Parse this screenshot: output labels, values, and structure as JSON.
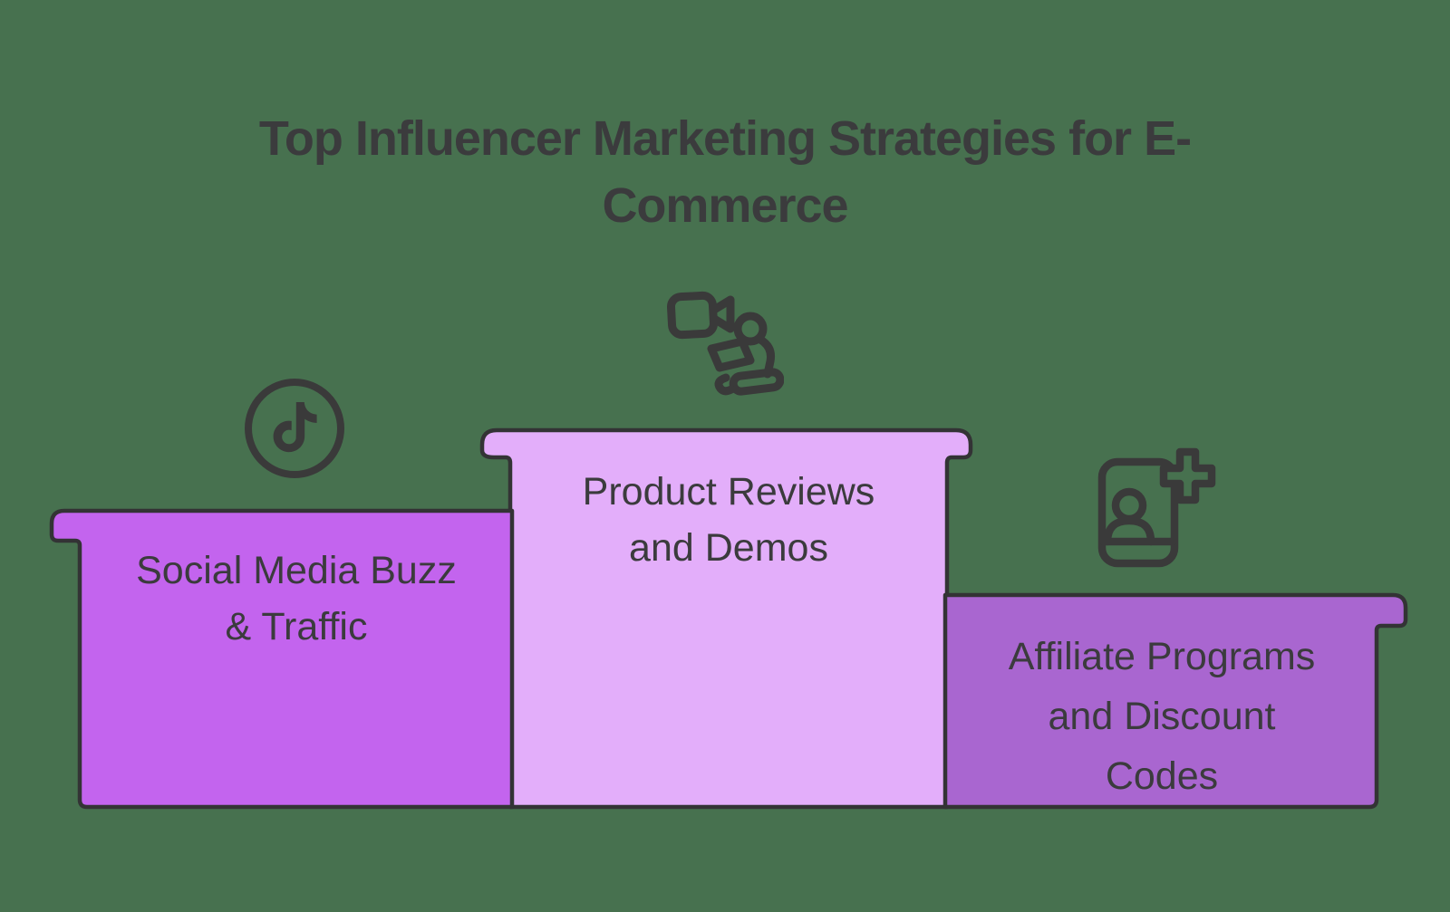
{
  "colors": {
    "background": "#47714f",
    "outline": "#333335",
    "text": "#3b3b3d",
    "icon": "#3a3a3a"
  },
  "title": {
    "full_text": "Top Influencer Marketing Strategies for E-Commerce",
    "lines": [
      "Top Influencer Marketing Strategies for E-",
      "Commerce"
    ]
  },
  "podiums": [
    {
      "name": "social-media-buzz",
      "position": "left",
      "fill": "#c364ee",
      "icon": "tiktok-icon",
      "label_lines": [
        "Social Media Buzz",
        "& Traffic"
      ]
    },
    {
      "name": "product-reviews",
      "position": "center",
      "fill": "#e3aefa",
      "icon": "video-creator-icon",
      "label_lines": [
        "Product Reviews",
        "and Demos"
      ]
    },
    {
      "name": "affiliate-programs",
      "position": "right",
      "fill": "#a966d0",
      "icon": "add-follower-icon",
      "label_lines": [
        "Affiliate Programs",
        "and Discount",
        "Codes"
      ]
    }
  ]
}
